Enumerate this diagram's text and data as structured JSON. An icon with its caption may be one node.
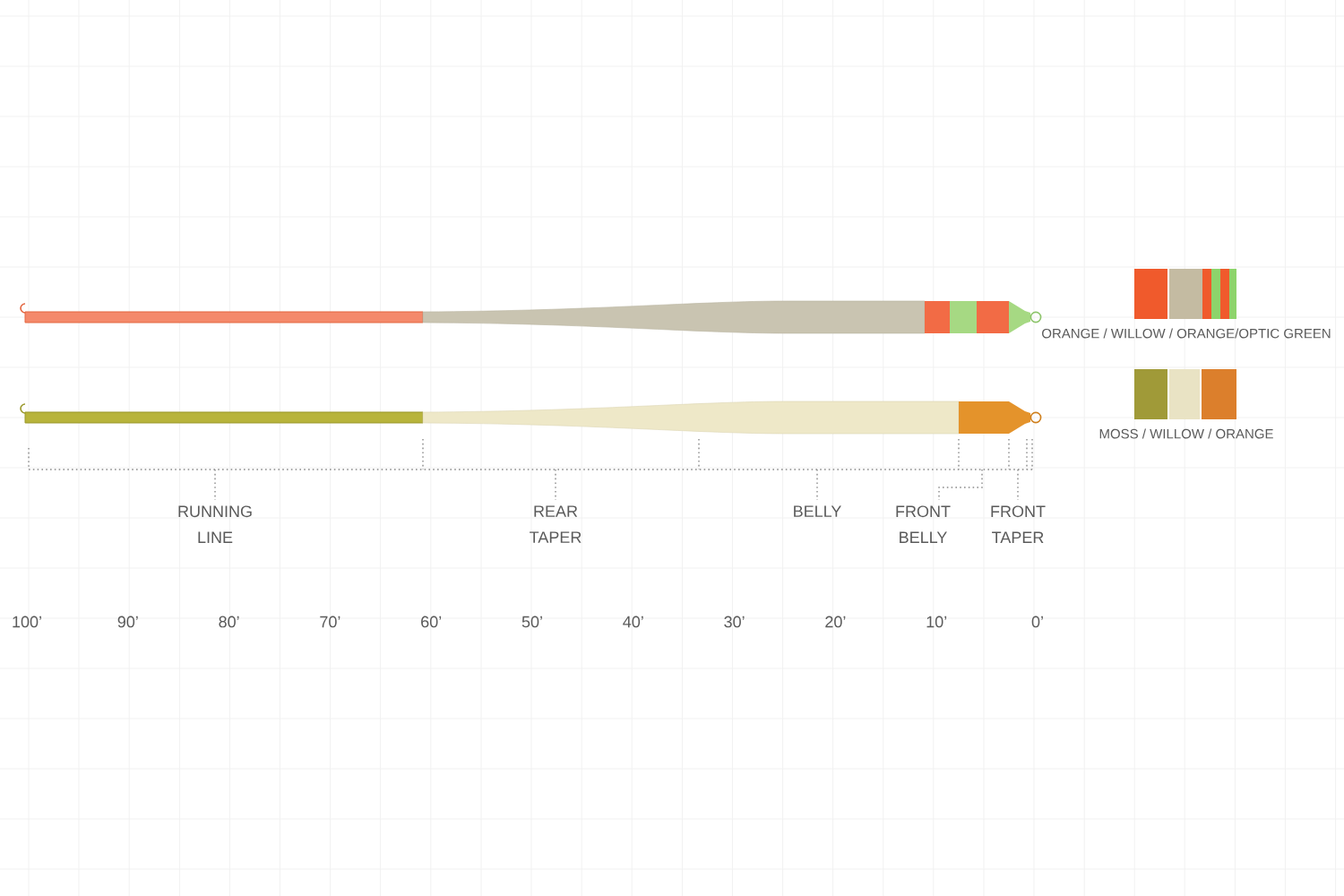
{
  "diagram": {
    "labels": [
      "RUNNING LINE",
      "REAR TAPER",
      "BELLY",
      "FRONT BELLY",
      "FRONT TAPER",
      "100’",
      "90’",
      "80’",
      "70’",
      "60’",
      "50’",
      "40’",
      "30’",
      "20’",
      "10’",
      "0’"
    ],
    "legend": [
      {
        "text": "ORANGE / WILLOW / ORANGE/OPTIC GREEN"
      },
      {
        "text": "MOSS / WILLOW / ORANGE"
      }
    ]
  }
}
